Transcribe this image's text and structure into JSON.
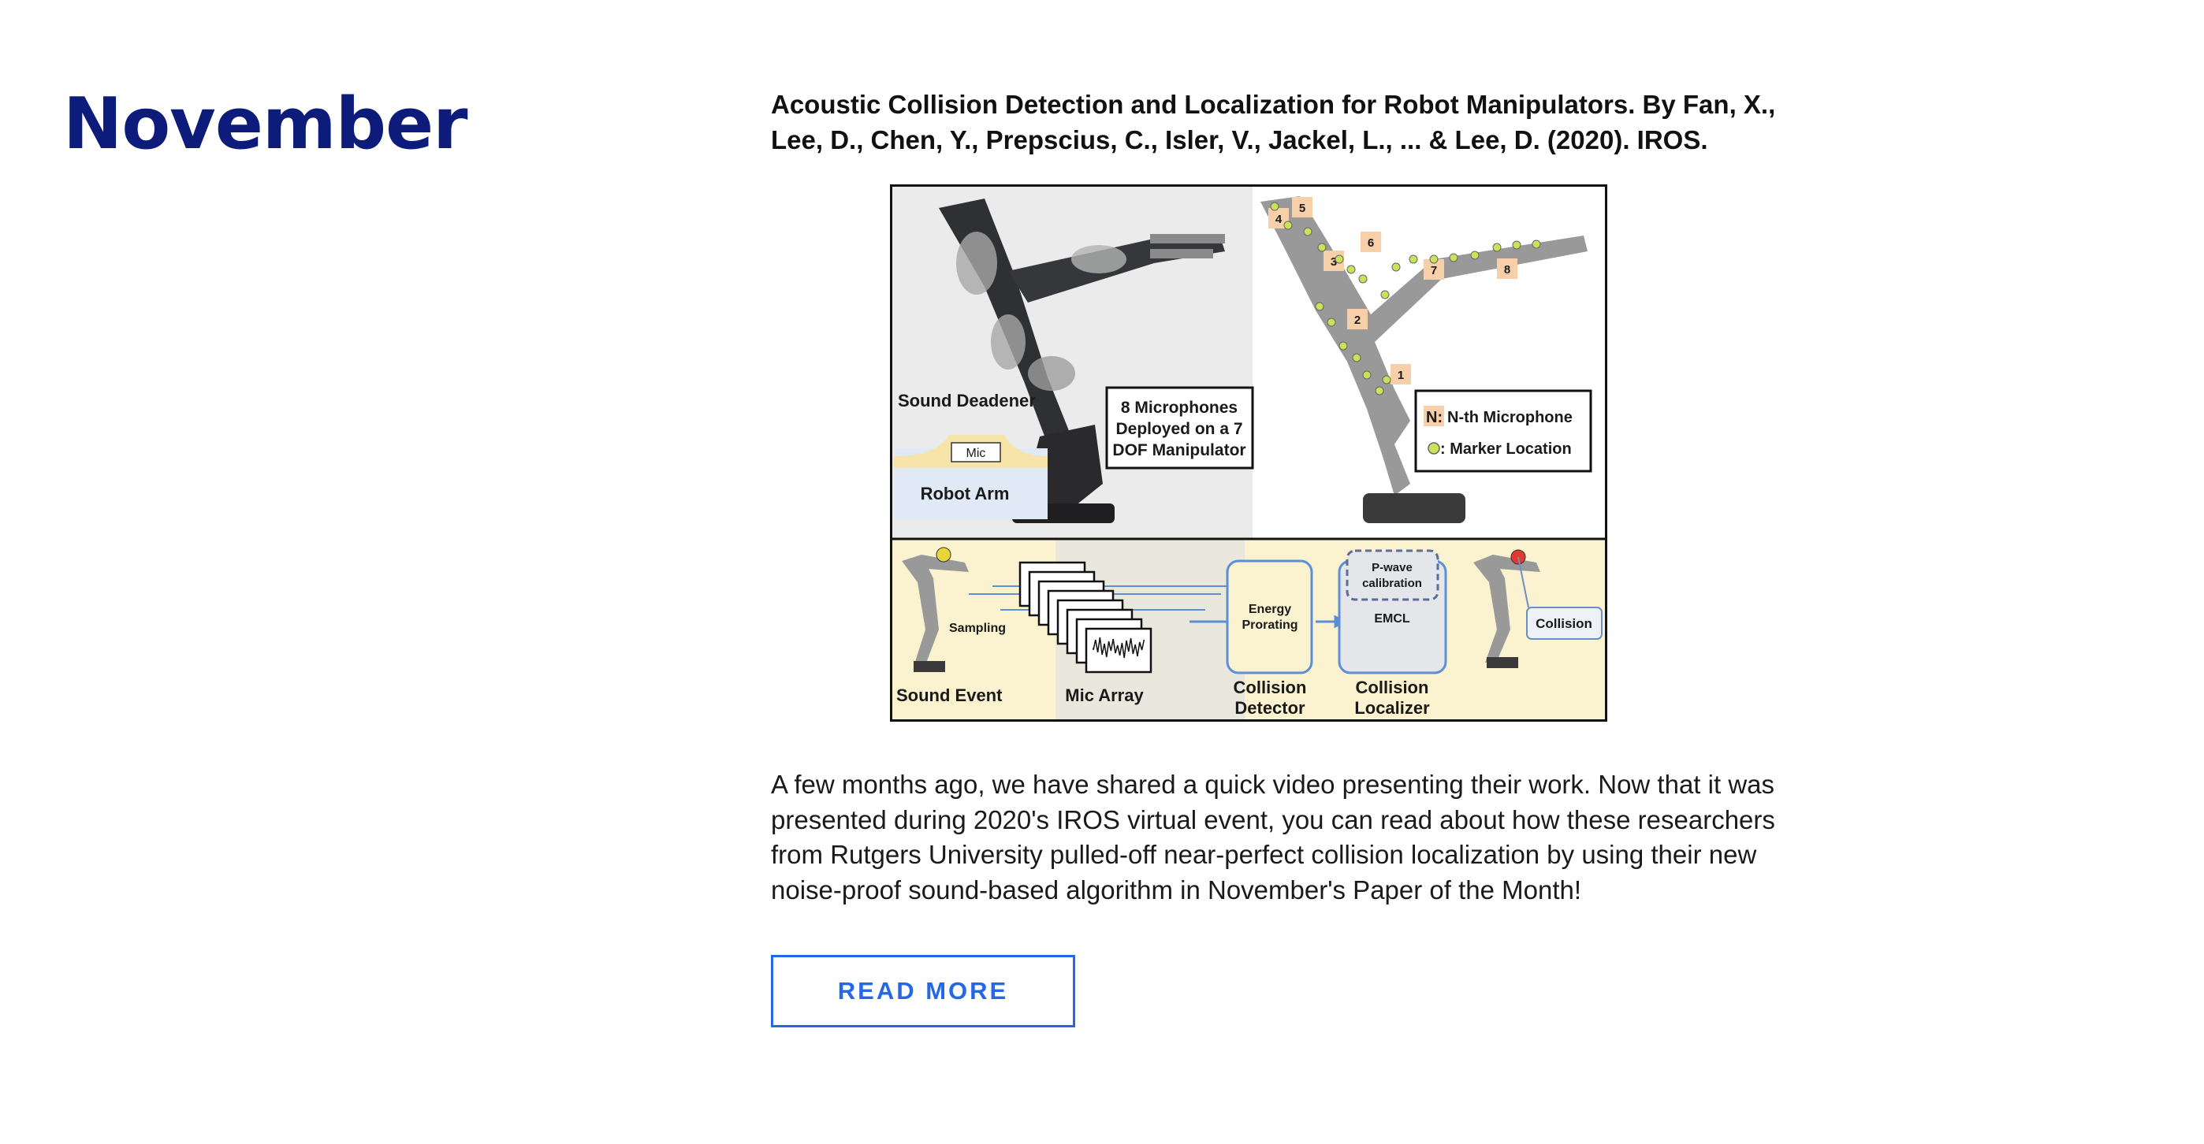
{
  "section": {
    "month": "November"
  },
  "paper": {
    "citation": "Acoustic Collision Detection and Localization for Robot Manipulators. By Fan, X., Lee, D., Chen, Y., Prepscius, C., Isler, V., Jackel, L., ... & Lee, D. (2020). IROS.",
    "summary": "A few months ago, we have shared a quick video presenting their work. Now that it was presented during 2020's IROS virtual event, you can read about how these researchers from Rutgers University pulled-off near-perfect collision localization by using their new noise-proof sound-based algorithm in November's Paper of the Month!",
    "read_more_label": "READ MORE"
  },
  "figure": {
    "sound_deadener": "Sound Deadener",
    "mic": "Mic",
    "robot_arm": "Robot Arm",
    "mic_box": [
      "8 Microphones",
      "Deployed on a 7",
      "DOF Manipulator"
    ],
    "legend_n": "N:",
    "legend_nth": "N-th Microphone",
    "legend_marker": ": Marker Location",
    "mic_numbers": [
      "1",
      "2",
      "3",
      "4",
      "5",
      "6",
      "7",
      "8"
    ],
    "sampling": "Sampling",
    "sound_event": "Sound Event",
    "mic_array": "Mic Array",
    "energy_prorating": [
      "Energy",
      "Prorating"
    ],
    "collision_detector": [
      "Collision",
      "Detector"
    ],
    "p_wave_calibration": [
      "P-wave",
      "calibration"
    ],
    "emcl": "EMCL",
    "collision_localizer": [
      "Collision",
      "Localizer"
    ],
    "collision": "Collision"
  },
  "colors": {
    "heading": "#0d1b7a",
    "button": "#2468e6",
    "panel_bg": "#fbf2cf",
    "mic_pad": "#f7cfa8"
  }
}
